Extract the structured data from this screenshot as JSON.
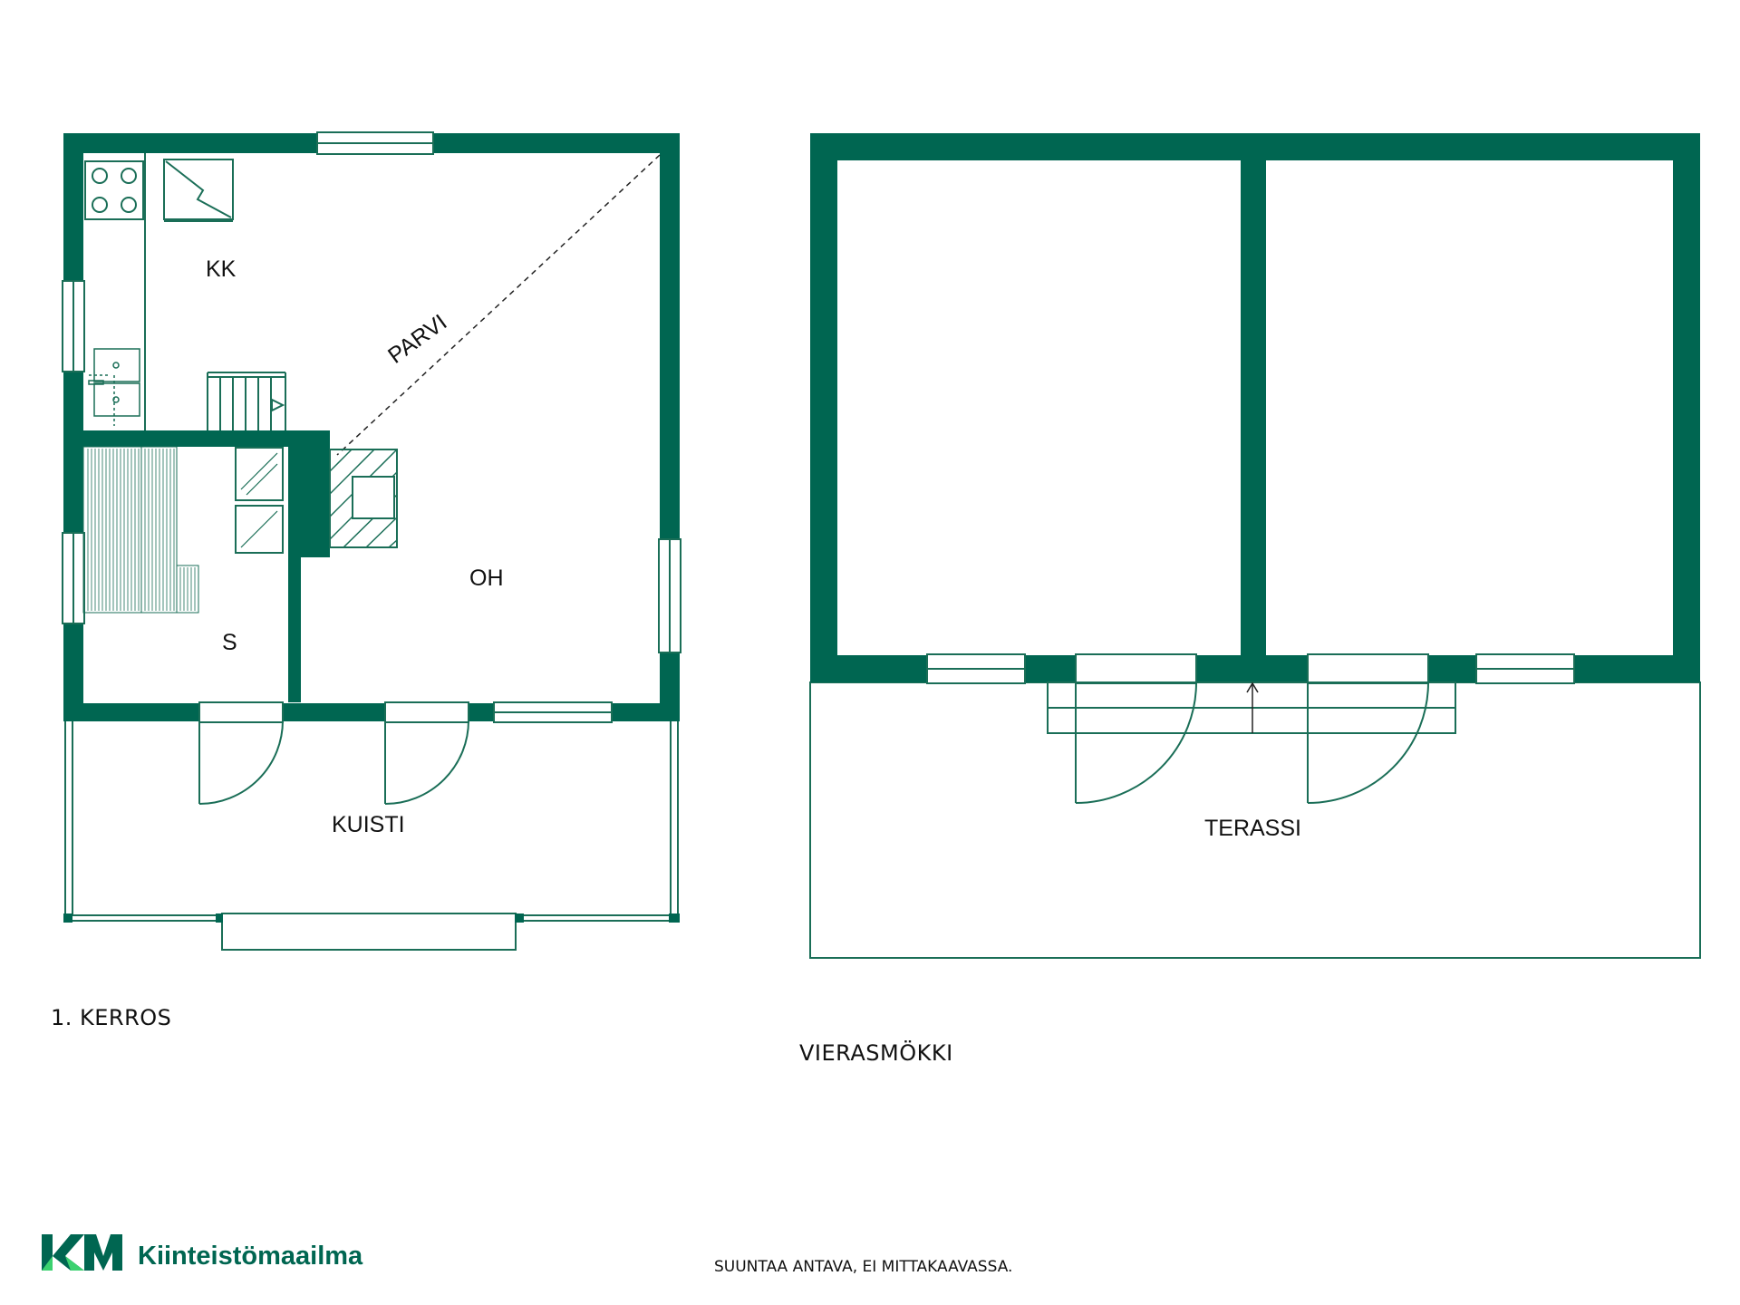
{
  "colors": {
    "wall": "#006651",
    "line": "#1a6e57",
    "logo_accent": "#3bd16f",
    "text": "#111111"
  },
  "main_cabin": {
    "rooms": {
      "kitchen": "KK",
      "loft": "PARVI",
      "living_room": "OH",
      "sauna": "S",
      "porch": "KUISTI"
    },
    "section_title": "1. KERROS"
  },
  "guest_cabin": {
    "rooms": {
      "terrace": "TERASSI"
    },
    "section_title": "VIERASMÖKKI"
  },
  "footer": {
    "brand_name": "Kiinteistömaailma",
    "logo_icon": "km-logo-icon",
    "disclaimer": "SUUNTAA ANTAVA, EI MITTAKAAVASSA."
  }
}
